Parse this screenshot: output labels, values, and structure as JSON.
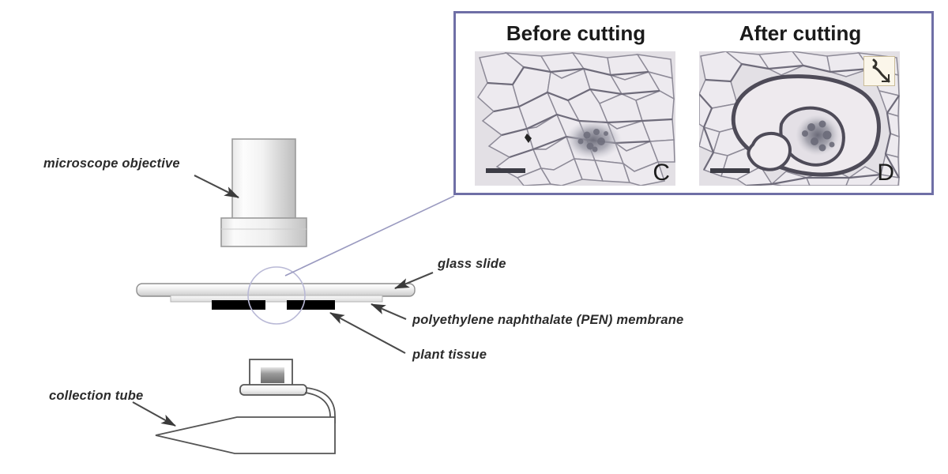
{
  "figure": {
    "background_color": "#ffffff",
    "accent_color": "#6f6fa6",
    "label_color": "#2b2b2b"
  },
  "diagram": {
    "labels": {
      "microscope_objective": "microscope objective",
      "glass_slide": "glass slide",
      "pen_membrane": "polyethylene naphthalate (PEN) membrane",
      "plant_tissue": "plant tissue",
      "collection_tube": "collection tube"
    },
    "parts": {
      "objective_name": "microscope-objective",
      "slide_name": "glass-slide",
      "membrane_name": "pen-membrane",
      "tissue_name": "plant-tissue",
      "tube_name": "collection-tube",
      "highlight_name": "magnified-region-circle"
    }
  },
  "micrograph_box": {
    "border_color": "#6f6fa6",
    "panels": [
      {
        "title": "Before cutting",
        "letter": "C",
        "has_inset": false,
        "description": "plant tissue section with intact cell network and central vascular bundle"
      },
      {
        "title": "After cutting",
        "letter": "D",
        "has_inset": true,
        "description": "same section after laser microdissection showing excised region outlined by cut line"
      }
    ],
    "scale_bar_label": ""
  }
}
